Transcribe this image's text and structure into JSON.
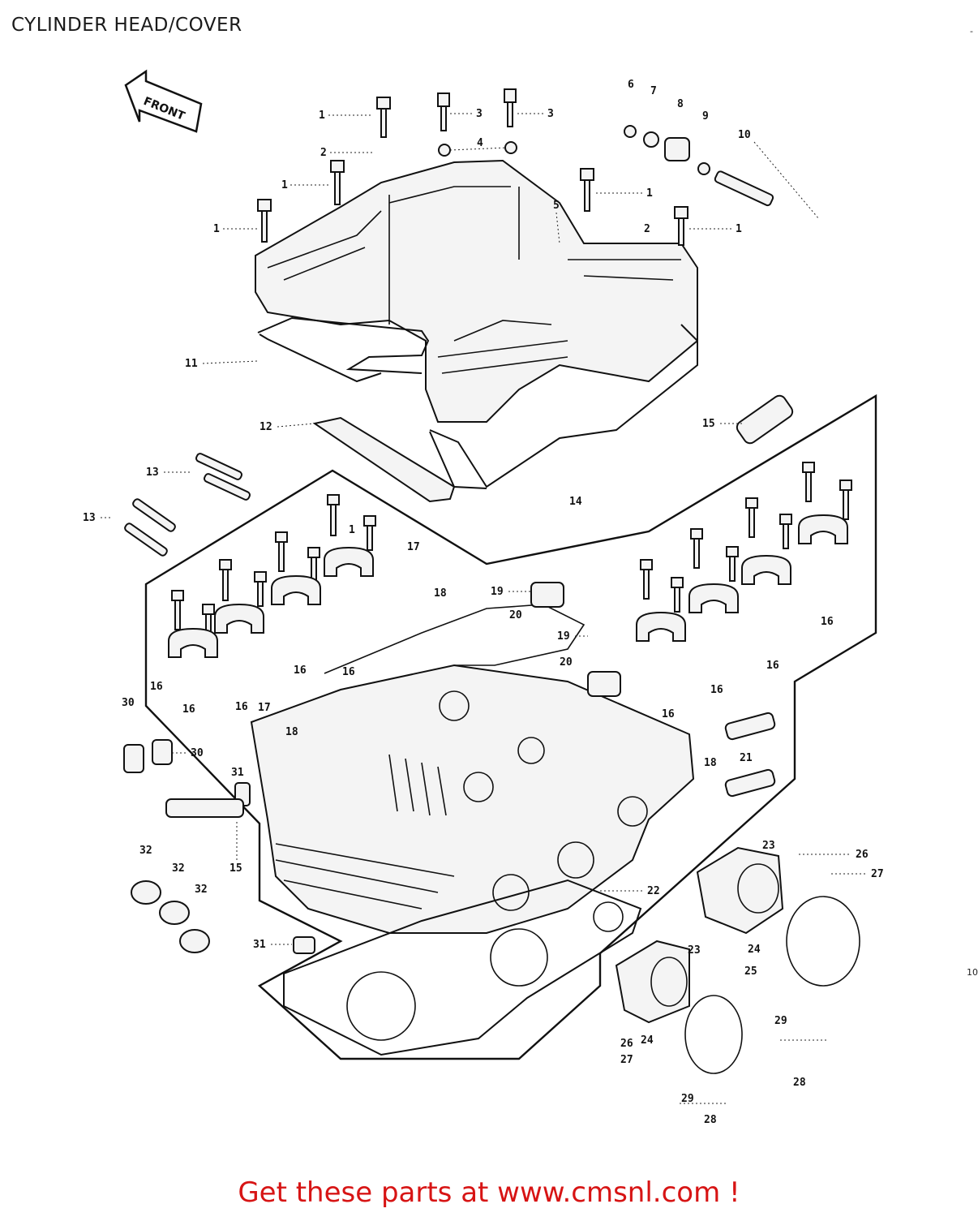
{
  "page": {
    "title": "CYLINDER HEAD/COVER",
    "footer": "Get these parts at www.cmsnl.com !",
    "edge_mark_right": "10",
    "edge_mark_top": "-"
  },
  "diagram": {
    "front_arrow_label": "FRONT",
    "callouts": [
      "1",
      "1",
      "1",
      "1",
      "1",
      "1",
      "2",
      "2",
      "3",
      "3",
      "4",
      "5",
      "6",
      "7",
      "8",
      "9",
      "10",
      "11",
      "12",
      "13",
      "13",
      "14",
      "15",
      "15",
      "16",
      "16",
      "16",
      "16",
      "16",
      "16",
      "16",
      "16",
      "16",
      "17",
      "17",
      "18",
      "18",
      "18",
      "19",
      "19",
      "20",
      "20",
      "21",
      "22",
      "23",
      "23",
      "24",
      "24",
      "25",
      "26",
      "26",
      "27",
      "27",
      "28",
      "28",
      "29",
      "29",
      "30",
      "30",
      "31",
      "31",
      "32",
      "32",
      "32"
    ]
  },
  "colors": {
    "footer_text": "#d71414",
    "line_art": "#111111",
    "background": "#ffffff"
  }
}
